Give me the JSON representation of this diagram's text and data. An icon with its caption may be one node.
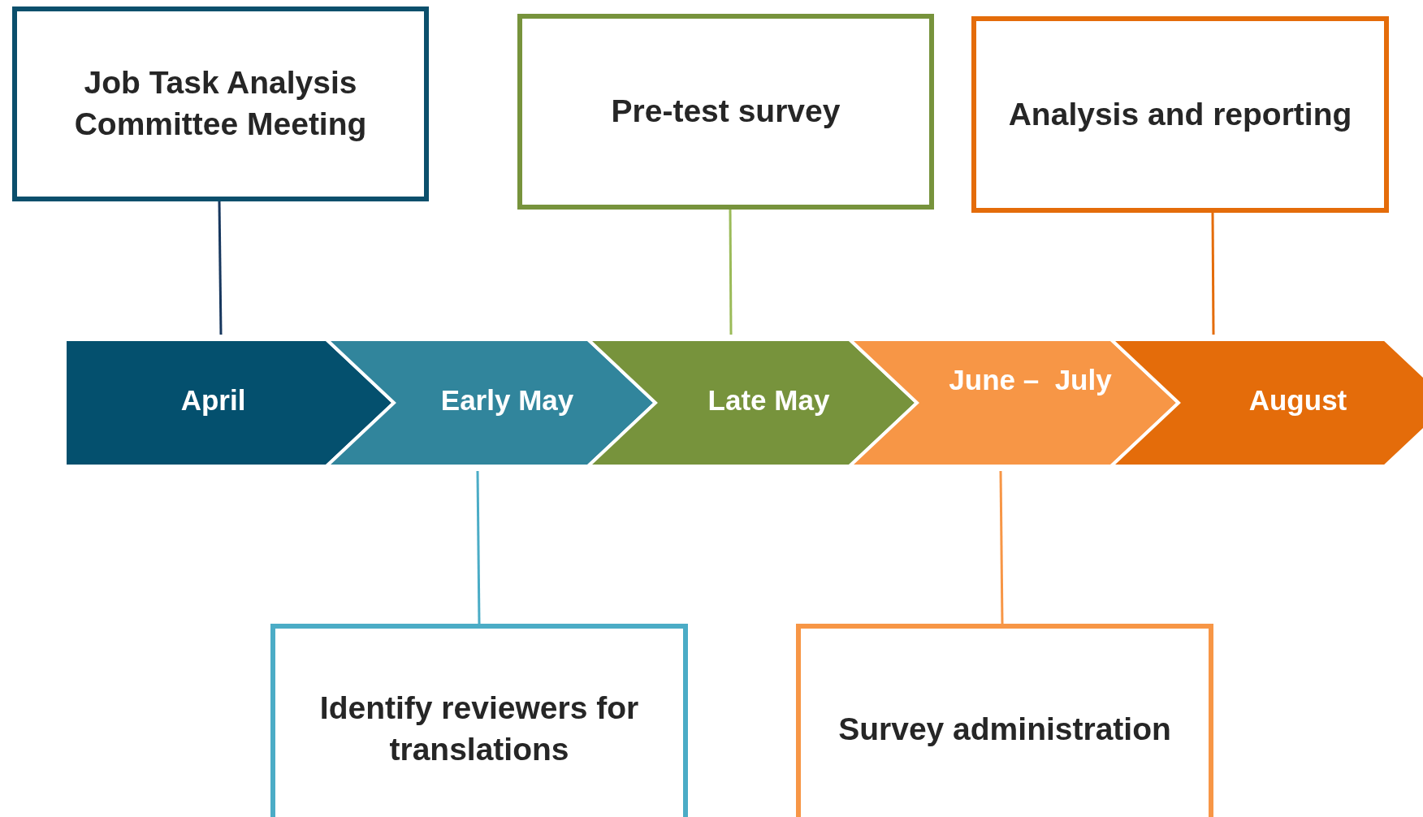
{
  "diagram": {
    "nodes": [
      {
        "text": [
          "Job Task Analysis Committee Meeting"
        ]
      },
      {
        "text": [
          "Pre-test survey"
        ]
      },
      {
        "text": [
          "Analysis and reporting"
        ]
      },
      {
        "text": [
          "April"
        ]
      },
      {
        "text": [
          "Early May"
        ]
      },
      {
        "text": [
          "Late May"
        ]
      },
      {
        "text": [
          "June –  July"
        ]
      },
      {
        "text": [
          "August"
        ]
      },
      {
        "text": [
          "Identify reviewers for translations"
        ]
      },
      {
        "text": [
          "Survey administration"
        ]
      }
    ],
    "edges": [
      {
        "from": 0,
        "to": 3,
        "arrow": "none",
        "color": "#17375e"
      },
      {
        "from": 1,
        "to": 5,
        "arrow": "none",
        "color": "#9bbb59"
      },
      {
        "from": 2,
        "to": 7,
        "arrow": "none",
        "color": "#e46c0a"
      },
      {
        "from": 4,
        "to": 8,
        "arrow": "none",
        "color": "#4bacc6"
      },
      {
        "from": 6,
        "to": 9,
        "arrow": "none",
        "color": "#f79646"
      }
    ]
  }
}
